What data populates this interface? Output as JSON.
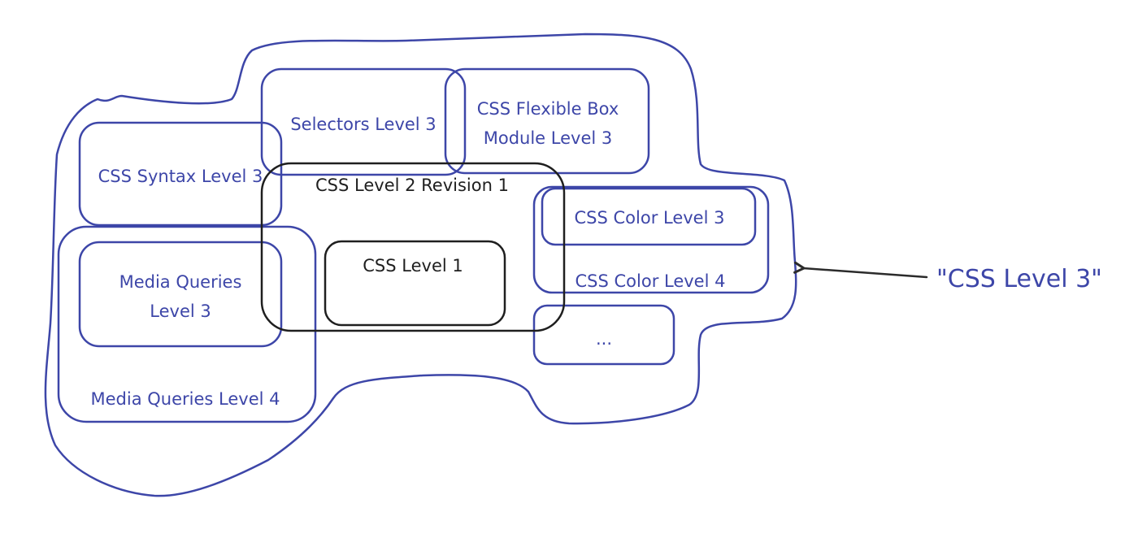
{
  "colors": {
    "sketch_blue": "#3d46a8",
    "ink_black": "#1f1f1f",
    "background": "#ffffff"
  },
  "boxes": {
    "selectors_l3": "Selectors Level 3",
    "flexbox_l3_line1": "CSS Flexible Box",
    "flexbox_l3_line2": "Module Level 3",
    "syntax_l3": "CSS Syntax Level 3",
    "css2_rev1": "CSS Level 2 Revision 1",
    "css1": "CSS Level 1",
    "color_l3": "CSS Color Level 3",
    "color_l4": "CSS Color Level 4",
    "mq_l3_line1": "Media Queries",
    "mq_l3_line2": "Level 3",
    "mq_l4": "Media Queries Level 4",
    "more": "..."
  },
  "callout": {
    "label": "\"CSS Level 3\"",
    "icon": "arrow-left-icon"
  }
}
